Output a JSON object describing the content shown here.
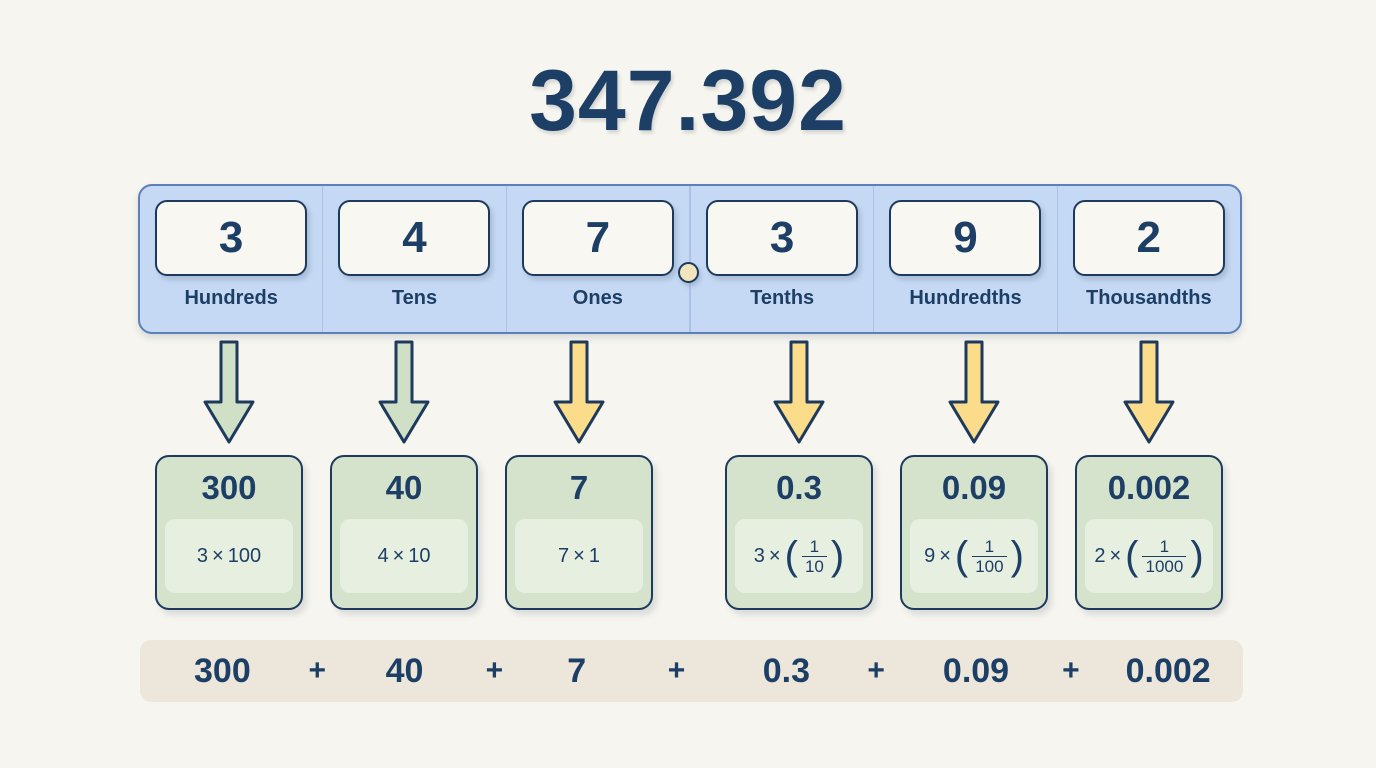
{
  "title": "347.392",
  "colors": {
    "background": "#f6f5ef",
    "ink": "#1d3f66",
    "chart_fill": "#c5d9f4",
    "chart_border": "#5d80b6",
    "digit_box_fill": "#f8f7f1",
    "card_fill": "#d5e3cd",
    "card_inner_fill": "#e6efe0",
    "card_border": "#1d3a5c",
    "arrow_green": "#cfe0c6",
    "arrow_yellow": "#fbdc8a",
    "sum_bar_fill": "#ece7da",
    "decimal_dot_fill": "#f2e4bd"
  },
  "place_value_chart": {
    "columns": [
      {
        "digit": "3",
        "label": "Hundreds"
      },
      {
        "digit": "4",
        "label": "Tens"
      },
      {
        "digit": "7",
        "label": "Ones"
      },
      {
        "digit": "3",
        "label": "Tenths"
      },
      {
        "digit": "9",
        "label": "Hundredths"
      },
      {
        "digit": "2",
        "label": "Thousandths"
      }
    ],
    "decimal_point": "."
  },
  "arrows": [
    {
      "color": "#cfe0c6",
      "direction": "down"
    },
    {
      "color": "#cfe0c6",
      "direction": "down"
    },
    {
      "color": "#fbdc8a",
      "direction": "down"
    },
    {
      "color": "#fbdc8a",
      "direction": "down"
    },
    {
      "color": "#fbdc8a",
      "direction": "down"
    },
    {
      "color": "#fbdc8a",
      "direction": "down"
    }
  ],
  "value_cards": [
    {
      "value": "300",
      "factor": "3",
      "times": "×",
      "multiplier": "100",
      "fraction": false
    },
    {
      "value": "40",
      "factor": "4",
      "times": "×",
      "multiplier": "10",
      "fraction": false
    },
    {
      "value": "7",
      "factor": "7",
      "times": "×",
      "multiplier": "1",
      "fraction": false
    },
    {
      "value": "0.3",
      "factor": "3",
      "times": "×",
      "numerator": "1",
      "denominator": "10",
      "fraction": true
    },
    {
      "value": "0.09",
      "factor": "9",
      "times": "×",
      "numerator": "1",
      "denominator": "100",
      "fraction": true
    },
    {
      "value": "0.002",
      "factor": "2",
      "times": "×",
      "numerator": "1",
      "denominator": "1000",
      "fraction": true
    }
  ],
  "sum_bar": {
    "terms": [
      "300",
      "40",
      "7",
      "0.3",
      "0.09",
      "0.002"
    ],
    "operator": "+",
    "expression": "300 + 40 + 7 + 0.3 + 0.09 + 0.002"
  }
}
